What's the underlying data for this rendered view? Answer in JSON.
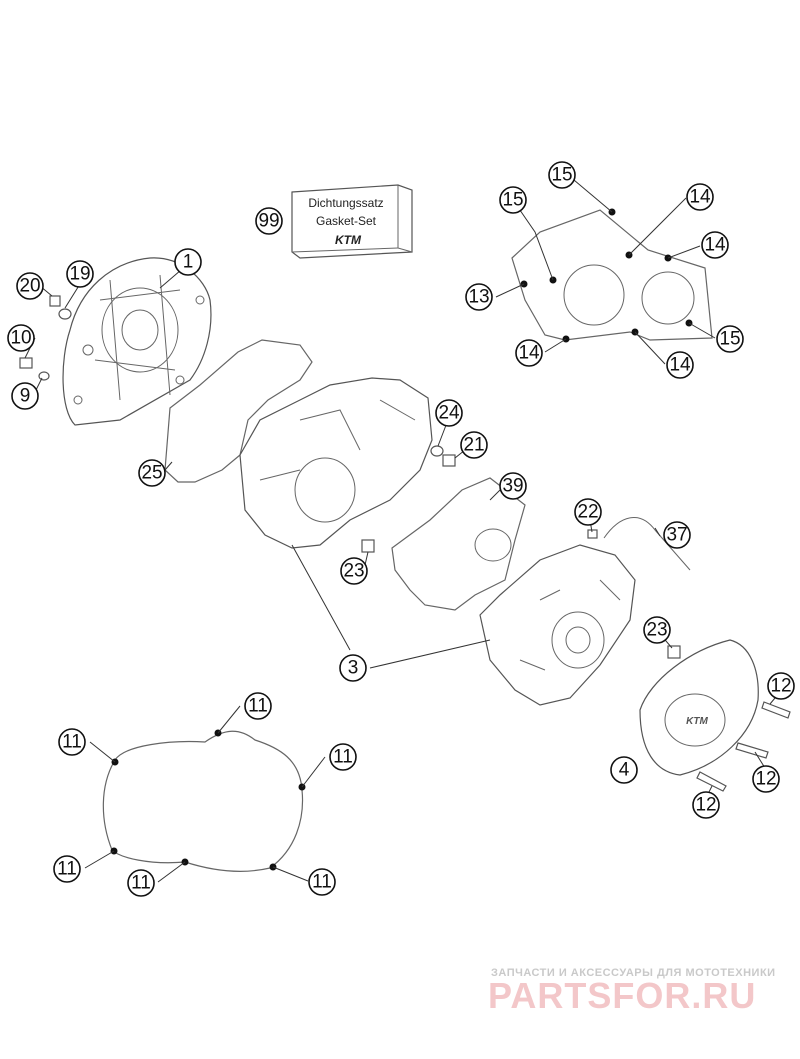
{
  "kit_box": {
    "line1": "Dichtungssatz",
    "line2": "Gasket-Set",
    "logo_text": "KTM"
  },
  "callouts": [
    {
      "id": "c99",
      "text": "99"
    },
    {
      "id": "c1",
      "text": "1"
    },
    {
      "id": "c20",
      "text": "20"
    },
    {
      "id": "c19",
      "text": "19"
    },
    {
      "id": "c10",
      "text": "10"
    },
    {
      "id": "c9",
      "text": "9"
    },
    {
      "id": "c25",
      "text": "25"
    },
    {
      "id": "c24",
      "text": "24"
    },
    {
      "id": "c21",
      "text": "21"
    },
    {
      "id": "c39",
      "text": "39"
    },
    {
      "id": "c23a",
      "text": "23"
    },
    {
      "id": "c3",
      "text": "3"
    },
    {
      "id": "c22",
      "text": "22"
    },
    {
      "id": "c37",
      "text": "37"
    },
    {
      "id": "c23b",
      "text": "23"
    },
    {
      "id": "c12a",
      "text": "12"
    },
    {
      "id": "c4",
      "text": "4"
    },
    {
      "id": "c12b",
      "text": "12"
    },
    {
      "id": "c12c",
      "text": "12"
    },
    {
      "id": "c15a",
      "text": "15"
    },
    {
      "id": "c15b",
      "text": "15"
    },
    {
      "id": "c14a",
      "text": "14"
    },
    {
      "id": "c14b",
      "text": "14"
    },
    {
      "id": "c13",
      "text": "13"
    },
    {
      "id": "c15c",
      "text": "15"
    },
    {
      "id": "c14c",
      "text": "14"
    },
    {
      "id": "c14d",
      "text": "14"
    },
    {
      "id": "c11a",
      "text": "11"
    },
    {
      "id": "c11b",
      "text": "11"
    },
    {
      "id": "c11c",
      "text": "11"
    },
    {
      "id": "c11d",
      "text": "11"
    },
    {
      "id": "c11e",
      "text": "11"
    },
    {
      "id": "c11f",
      "text": "11"
    }
  ],
  "watermark": {
    "tagline": "ЗАПЧАСТИ И АКСЕССУАРЫ ДЛЯ МОТОТЕХНИКИ",
    "brand": "PARTSFOR.RU"
  },
  "colors": {
    "line": "#555555",
    "label_ring": "#111111",
    "watermark_brand": "#f3c7c9",
    "watermark_tagline": "#c9c9c9"
  }
}
